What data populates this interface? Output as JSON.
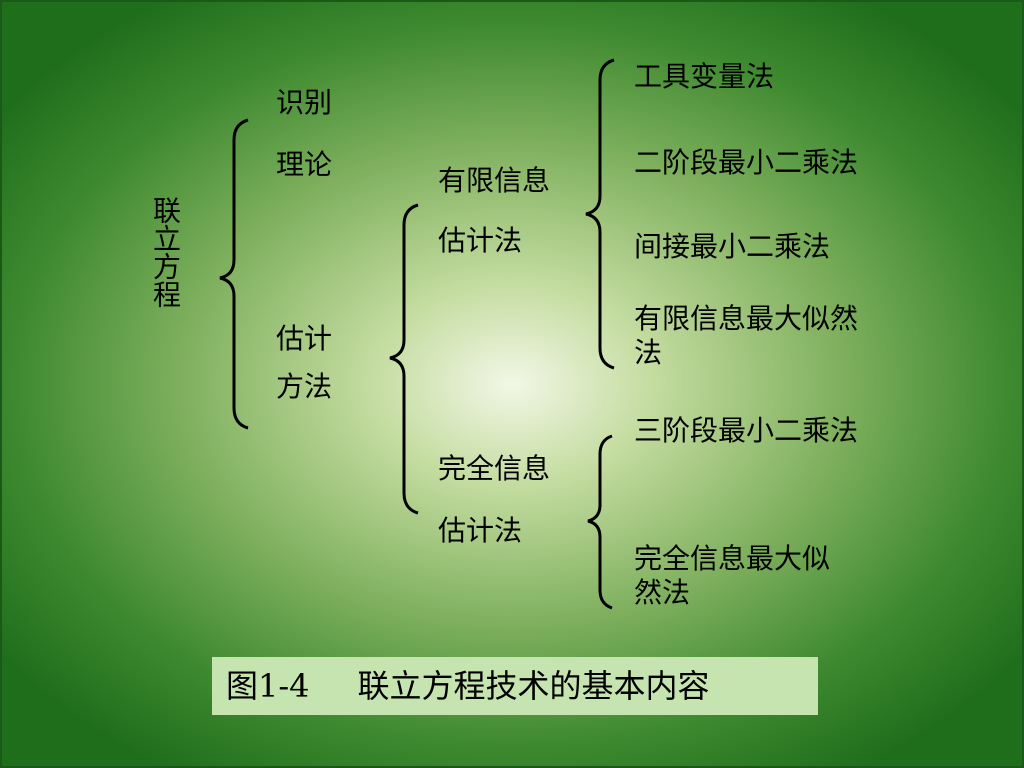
{
  "root": "联立方程",
  "branches": {
    "identification": [
      "识别",
      "理论"
    ],
    "estimation": [
      "估计",
      "方法"
    ]
  },
  "sub_branches": {
    "limited": [
      "有限信息",
      "估计法"
    ],
    "full": [
      "完全信息",
      "估计法"
    ]
  },
  "limited_methods": [
    "工具变量法",
    "二阶段最小二乘法",
    "间接最小二乘法",
    "有限信息最大似然法"
  ],
  "full_methods": [
    "三阶段最小二乘法",
    "完全信息最大似然法"
  ],
  "caption": {
    "figure_number": "图1-4",
    "title": "联立方程技术的基本内容"
  },
  "colors": {
    "background_edge": "#1f6e1c",
    "background_center": "#f2f7e6",
    "caption_bg": "#c6e4b0",
    "text": "#000000"
  }
}
